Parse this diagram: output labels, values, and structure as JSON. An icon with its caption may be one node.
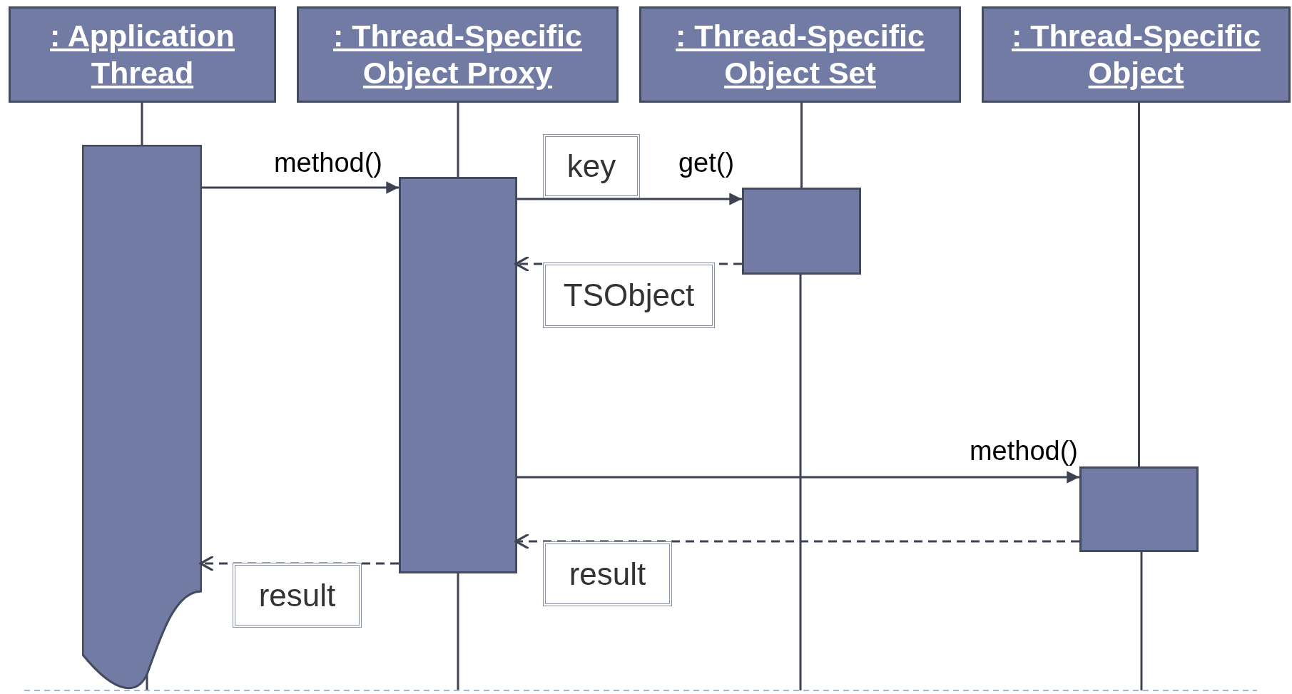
{
  "diagram": {
    "nodes": [
      {
        "text": [
          ": Application Thread"
        ]
      },
      {
        "text": [
          ": Thread-Specific Object Proxy"
        ]
      },
      {
        "text": [
          ": Thread-Specific Object Set"
        ]
      },
      {
        "text": [
          ": Thread-Specific Object"
        ]
      },
      {
        "text": [],
        "shape": "bar"
      },
      {
        "text": [],
        "shape": "bar"
      },
      {
        "text": [],
        "shape": "bar"
      },
      {
        "text": [],
        "shape": "bar"
      },
      {
        "text": [
          "key"
        ]
      },
      {
        "text": [
          "TSObject"
        ]
      },
      {
        "text": [
          "result"
        ]
      },
      {
        "text": [
          "result"
        ]
      }
    ],
    "edges": [
      {
        "from": 0,
        "to": 4,
        "arrow": "none"
      },
      {
        "from": 1,
        "to": 5,
        "arrow": "none"
      },
      {
        "from": 2,
        "to": 6,
        "arrow": "none"
      },
      {
        "from": 3,
        "to": 7,
        "arrow": "none"
      },
      {
        "from": 4,
        "to": 5,
        "arrow": "to",
        "label": "method()"
      },
      {
        "from": 5,
        "to": 6,
        "arrow": "to",
        "label": "get()"
      },
      {
        "from": 6,
        "to": 5,
        "arrow": "to",
        "style": "dashed"
      },
      {
        "from": 5,
        "to": 7,
        "arrow": "to",
        "label": "method()"
      },
      {
        "from": 7,
        "to": 5,
        "arrow": "to",
        "style": "dashed"
      },
      {
        "from": 5,
        "to": 4,
        "arrow": "to",
        "style": "dashed"
      }
    ]
  }
}
